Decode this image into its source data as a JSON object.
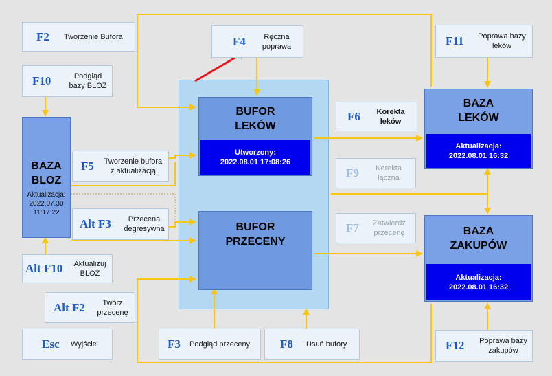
{
  "colors": {
    "connector": "#f5c518",
    "red_arrow": "#e8141b",
    "key_text": "#1f5bc4",
    "panel": "#b4d8f2",
    "status_bg": "#0000ee"
  },
  "buttons": {
    "f2": {
      "key": "F2",
      "label": "Tworzenie Bufora"
    },
    "f10": {
      "key": "F10",
      "label_lines": [
        "Podgląd",
        "bazy BLOZ"
      ]
    },
    "f4": {
      "key": "F4",
      "label_lines": [
        "Ręczna",
        "poprawa"
      ]
    },
    "f11": {
      "key": "F11",
      "label_lines": [
        "Poprawa bazy",
        "leków"
      ]
    },
    "f5": {
      "key": "F5",
      "label_lines": [
        "Tworzenie bufora",
        "z aktualizacją"
      ]
    },
    "altf3": {
      "key": "Alt F3",
      "label_lines": [
        "Przecena",
        "degresywna"
      ]
    },
    "altf10": {
      "key": "Alt F10",
      "label_lines": [
        "Aktualizuj",
        "BLOZ"
      ]
    },
    "altf2": {
      "key": "Alt F2",
      "label_lines": [
        "Twórz",
        "przecenę"
      ]
    },
    "esc": {
      "key": "Esc",
      "label": "Wyjście"
    },
    "f3": {
      "key": "F3",
      "label": "Podgląd przeceny"
    },
    "f8": {
      "key": "F8",
      "label": "Usuń bufory"
    },
    "f12": {
      "key": "F12",
      "label_lines": [
        "Poprawa bazy",
        "zakupów"
      ]
    },
    "f6": {
      "key": "F6",
      "label_lines": [
        "Korekta",
        "leków"
      ]
    },
    "f9": {
      "key": "F9",
      "label_lines": [
        "Korekta",
        "łączna"
      ]
    },
    "f7": {
      "key": "F7",
      "label_lines": [
        "Zatwierdź",
        "przecenę"
      ]
    }
  },
  "bufor_lekow": {
    "title_lines": [
      "BUFOR",
      "LEKÓW"
    ],
    "status_lines": [
      "Utworzony:",
      "2022.08.01 17:08:26"
    ]
  },
  "bufor_przeceny": {
    "title_lines": [
      "BUFOR",
      "PRZECENY"
    ]
  },
  "baza_lekow": {
    "title_lines": [
      "BAZA",
      "LEKÓW"
    ],
    "status_lines": [
      "Aktualizacja:",
      "2022.08.01 16:32"
    ]
  },
  "baza_zakupow": {
    "title_lines": [
      "BAZA",
      "ZAKUPÓW"
    ],
    "status_lines": [
      "Aktualizacja:",
      "2022.08.01 16:32"
    ]
  },
  "baza_bloz": {
    "title_lines": [
      "BAZA",
      "BLOZ"
    ],
    "status_lines": [
      "Aktualizacja:",
      "2022.07.30",
      "11:17:22"
    ]
  }
}
